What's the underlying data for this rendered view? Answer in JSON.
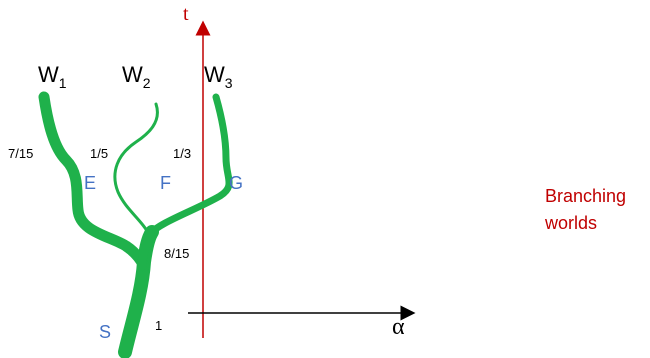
{
  "axes": {
    "time_label": "t",
    "param_label": "α",
    "time_axis_color": "#c00000",
    "param_axis_color": "#000000"
  },
  "worlds": [
    {
      "base": "W",
      "sub": "1"
    },
    {
      "base": "W",
      "sub": "2"
    },
    {
      "base": "W",
      "sub": "3"
    }
  ],
  "fractions": {
    "w1": "7/15",
    "w2": "1/5",
    "w3": "1/3",
    "merge": "8/15",
    "root": "1"
  },
  "nodes": {
    "start": "S",
    "e": "E",
    "f": "F",
    "g": "G"
  },
  "caption": {
    "line1": "Branching",
    "line2": "worlds"
  },
  "colors": {
    "branch": "#1fb14b",
    "node_label": "#4472c4",
    "caption": "#c00000"
  }
}
